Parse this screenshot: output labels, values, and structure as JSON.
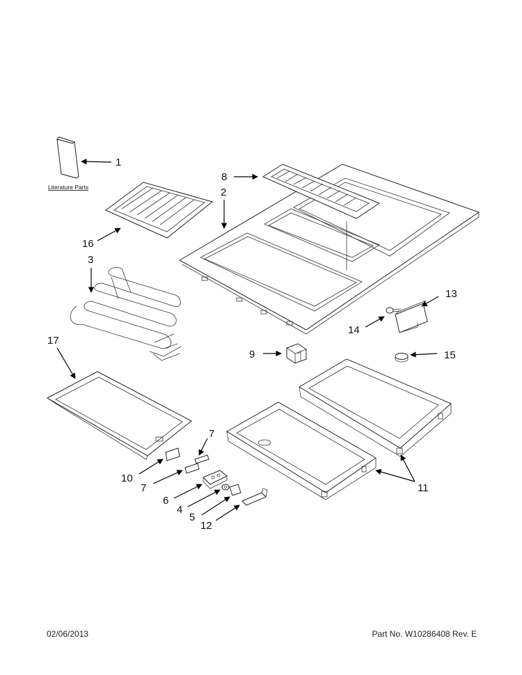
{
  "callouts": {
    "c1": "1",
    "c2": "2",
    "c3": "3",
    "c4": "4",
    "c5": "5",
    "c6": "6",
    "c7a": "7",
    "c7b": "7",
    "c8": "8",
    "c9": "9",
    "c10": "10",
    "c11": "11",
    "c12": "12",
    "c13": "13",
    "c14": "14",
    "c15": "15",
    "c16": "16",
    "c17": "17"
  },
  "literature_label": "Literature Parts",
  "footer": {
    "date": "02/06/2013",
    "part_number": "Part No.  W10286408  Rev.  E"
  },
  "colors": {
    "line": "#222222",
    "background": "#ffffff"
  }
}
